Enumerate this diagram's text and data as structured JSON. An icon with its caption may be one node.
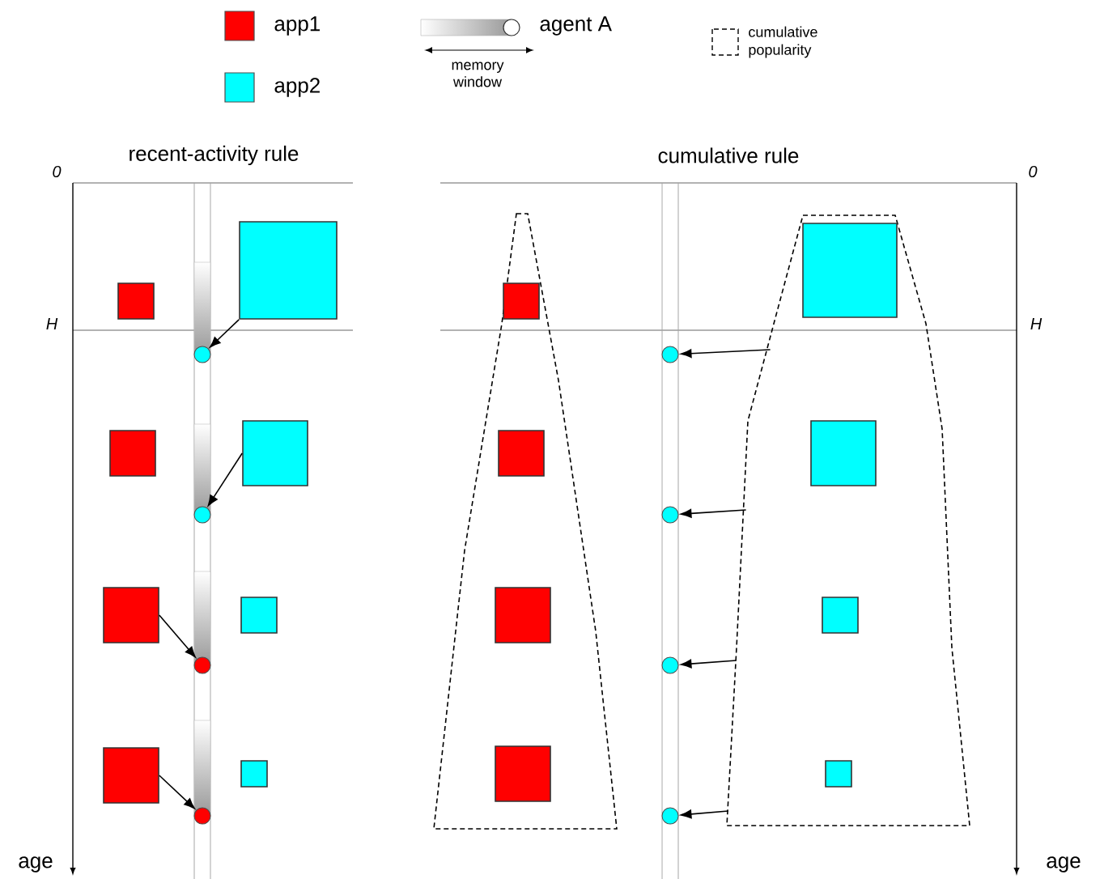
{
  "diagram": {
    "nodes": [
      {
        "text": [],
        "shape": "box"
      },
      {
        "text": [],
        "shape": "box"
      },
      {
        "text": [],
        "shape": "box"
      },
      {
        "text": [],
        "shape": "box"
      },
      {
        "text": [],
        "shape": "box"
      },
      {
        "text": [],
        "shape": "box"
      },
      {
        "text": [],
        "shape": "box"
      },
      {
        "text": [],
        "shape": "box"
      },
      {
        "text": [],
        "shape": "circle"
      },
      {
        "text": [],
        "shape": "circle"
      },
      {
        "text": [],
        "shape": "circle"
      },
      {
        "text": [],
        "shape": "circle"
      },
      {
        "text": [],
        "shape": "trapezoid"
      },
      {
        "text": [],
        "shape": "box",
        "in": 12
      },
      {
        "text": [],
        "shape": "box",
        "in": 12
      },
      {
        "text": [],
        "shape": "box",
        "in": 12
      },
      {
        "text": [],
        "shape": "box",
        "in": 12
      },
      {
        "text": [],
        "shape": "trapezoid"
      },
      {
        "text": [],
        "shape": "box",
        "in": 17
      },
      {
        "text": [],
        "shape": "box",
        "in": 17
      },
      {
        "text": [],
        "shape": "box",
        "in": 17
      },
      {
        "text": [],
        "shape": "box",
        "in": 17
      },
      {
        "text": [],
        "shape": "circle"
      },
      {
        "text": [],
        "shape": "circle"
      },
      {
        "text": [],
        "shape": "circle"
      },
      {
        "text": [],
        "shape": "circle"
      }
    ],
    "edges": [
      {
        "from": 1,
        "to": 8,
        "arrow": "to"
      },
      {
        "from": 3,
        "to": 9,
        "arrow": "to"
      },
      {
        "from": 4,
        "to": 10,
        "arrow": "to"
      },
      {
        "from": 6,
        "to": 11,
        "arrow": "to"
      },
      {
        "from": 17,
        "to": 22,
        "arrow": "to"
      },
      {
        "from": 17,
        "to": 23,
        "arrow": "to"
      },
      {
        "from": 17,
        "to": 24,
        "arrow": "to"
      },
      {
        "from": 17,
        "to": 25,
        "arrow": "to"
      }
    ],
    "labels": [
      "memory window",
      "recent-activity rule",
      "cumulative rule",
      "0",
      "H",
      "0",
      "H",
      "age",
      "age"
    ],
    "legend": [
      {
        "text": "app1",
        "color": "#ff0000"
      },
      {
        "text": "app2",
        "color": "#00ffff"
      },
      {
        "text": "agent A"
      },
      {
        "text": "cumulative popularity"
      }
    ]
  }
}
